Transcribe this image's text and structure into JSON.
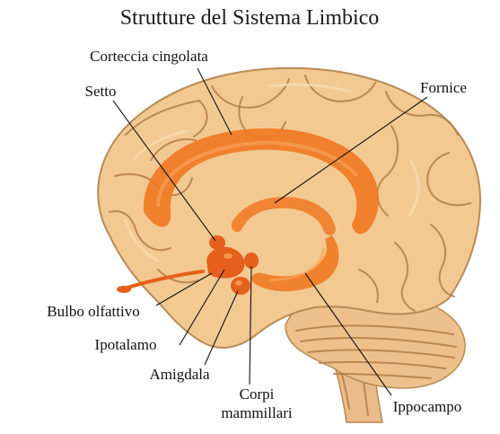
{
  "title": "Strutture del Sistema Limbico",
  "labels": {
    "corteccia_cingolata": "Corteccia cingolata",
    "setto": "Setto",
    "fornice": "Fornice",
    "bulbo_olfattivo": "Bulbo olfattivo",
    "ipotalamo": "Ipotalamo",
    "amigdala": "Amigdala",
    "corpi_mammillari_line1": "Corpi",
    "corpi_mammillari_line2": "mammillari",
    "ippocampo": "Ippocampo"
  },
  "colors": {
    "brain_fill": "#f3c992",
    "brain_outline": "#b98a55",
    "cerebellum_fill": "#eec08c",
    "brainstem_fill": "#e9bc89",
    "limbic_fill": "#f07a24",
    "limbic_highlight": "#f6a25a",
    "structure_fill": "#e5601b"
  }
}
